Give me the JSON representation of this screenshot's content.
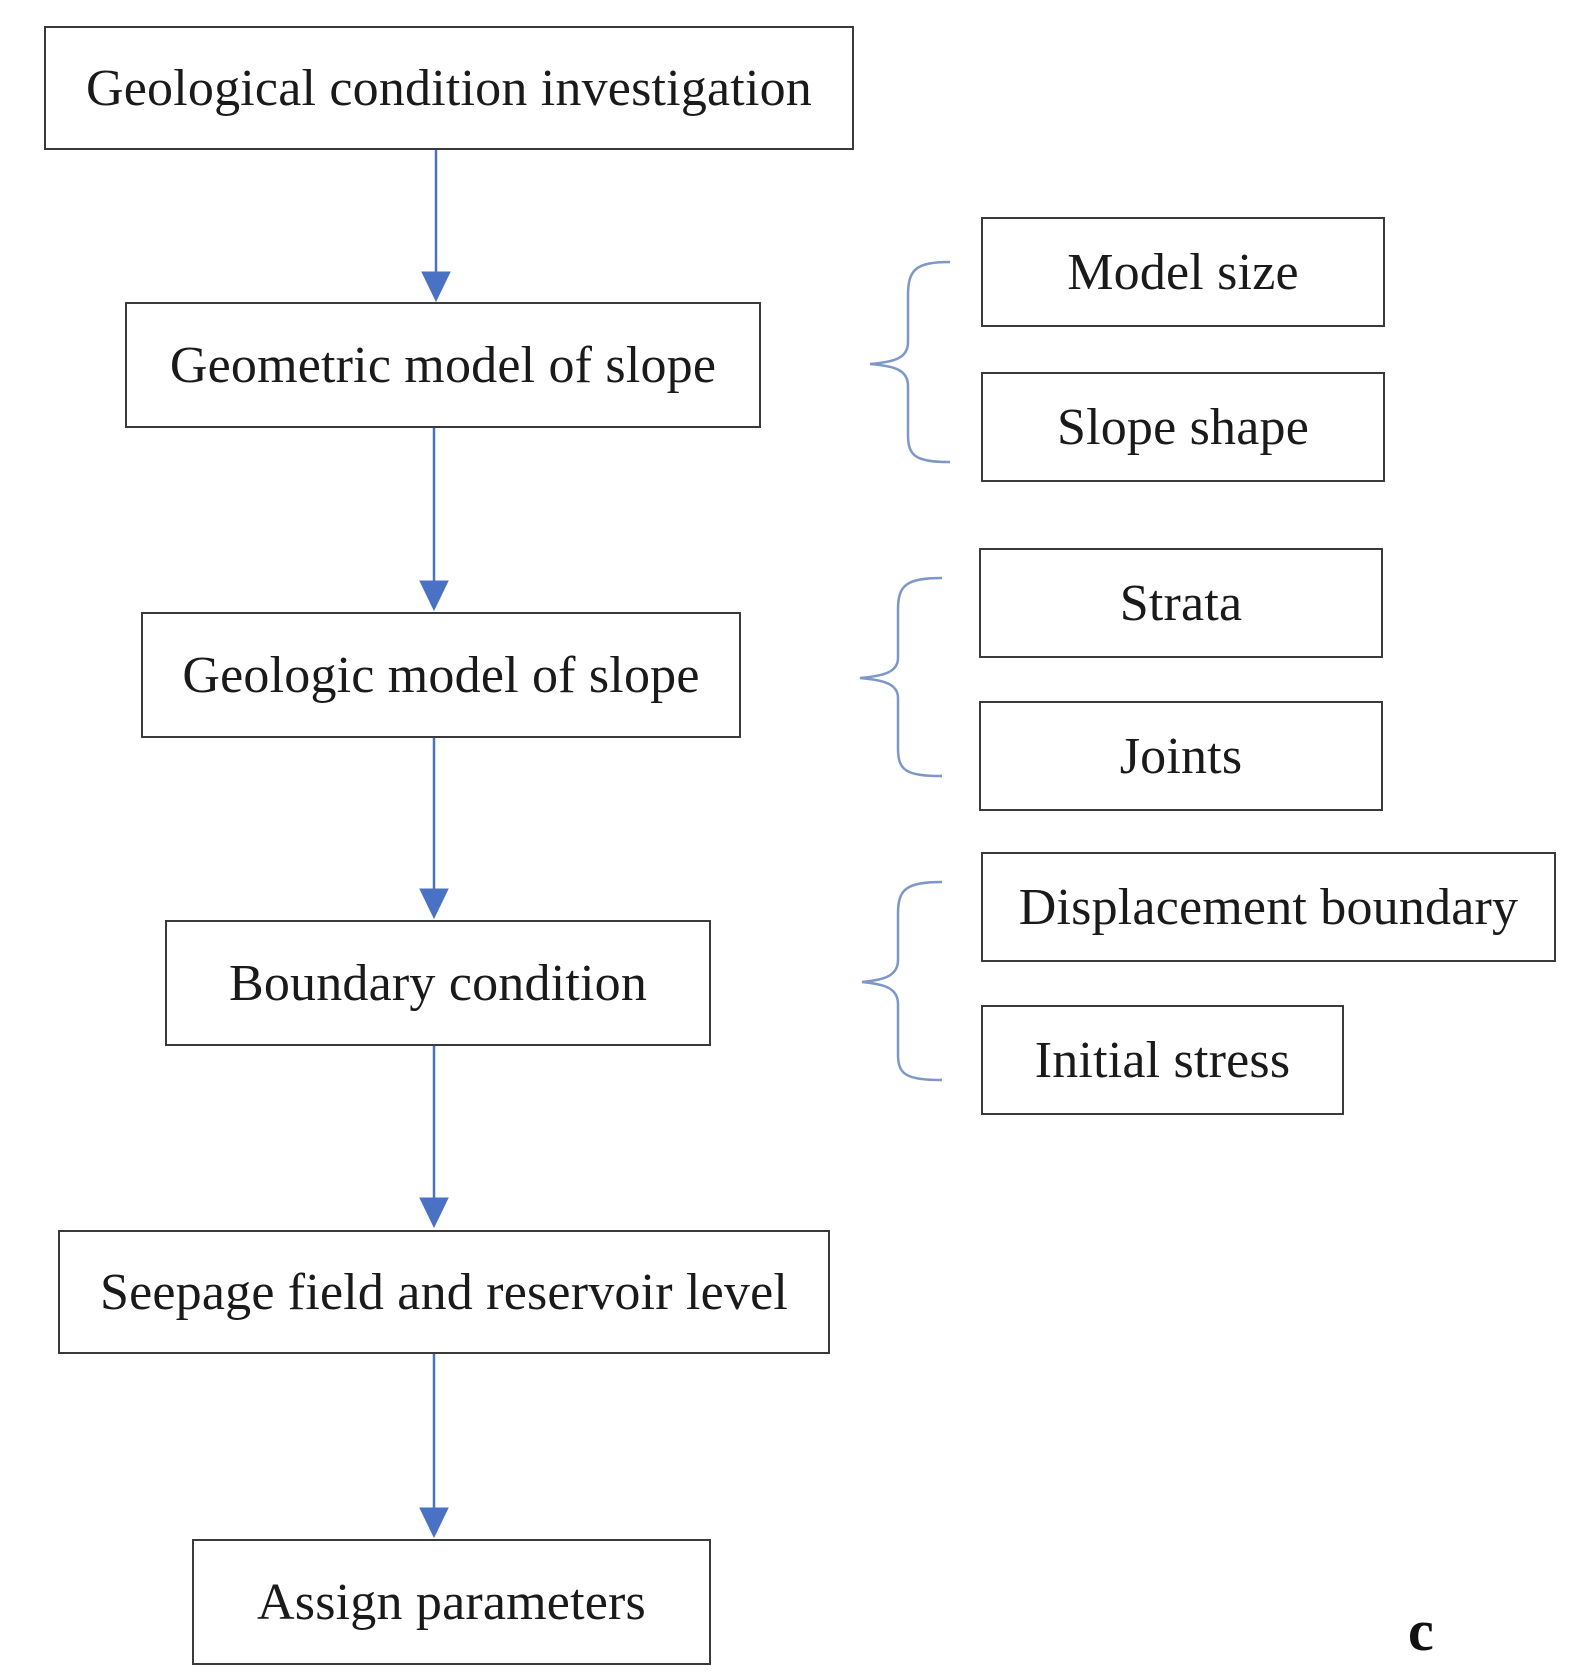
{
  "flow": {
    "steps": [
      "Geological condition investigation",
      "Geometric model of slope",
      "Geologic model of slope",
      "Boundary condition",
      "Seepage field and reservoir level",
      "Assign parameters"
    ]
  },
  "details": {
    "geometric": [
      "Model size",
      "Slope shape"
    ],
    "geologic": [
      "Strata",
      "Joints"
    ],
    "boundary": [
      "Displacement boundary",
      "Initial stress"
    ]
  },
  "panel_label": "c",
  "colors": {
    "arrow": "#4a72c4",
    "brace": "#7d97c8",
    "box_border": "#3a3a3a",
    "text": "#1a1a1a"
  }
}
